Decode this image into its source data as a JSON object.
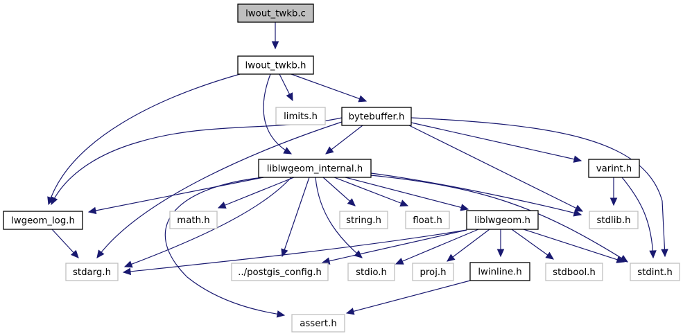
{
  "title": "lwout_twkb.c include dependency graph",
  "colors": {
    "edge": "#191970",
    "root_fill": "#bfbfbf",
    "documented_border": "#000000",
    "external_border": "#bfbfbf"
  },
  "nodes": [
    {
      "id": "lwout_twkb_c",
      "label": "lwout_twkb.c",
      "kind": "root"
    },
    {
      "id": "lwout_twkb_h",
      "label": "lwout_twkb.h",
      "kind": "documented"
    },
    {
      "id": "limits_h",
      "label": "limits.h",
      "kind": "external"
    },
    {
      "id": "bytebuffer_h",
      "label": "bytebuffer.h",
      "kind": "documented"
    },
    {
      "id": "liblwgeom_internal_h",
      "label": "liblwgeom_internal.h",
      "kind": "documented"
    },
    {
      "id": "varint_h",
      "label": "varint.h",
      "kind": "documented"
    },
    {
      "id": "lwgeom_log_h",
      "label": "lwgeom_log.h",
      "kind": "documented"
    },
    {
      "id": "math_h",
      "label": "math.h",
      "kind": "external"
    },
    {
      "id": "string_h",
      "label": "string.h",
      "kind": "external"
    },
    {
      "id": "float_h",
      "label": "float.h",
      "kind": "external"
    },
    {
      "id": "liblwgeom_h",
      "label": "liblwgeom.h",
      "kind": "documented"
    },
    {
      "id": "stdlib_h",
      "label": "stdlib.h",
      "kind": "external"
    },
    {
      "id": "stdarg_h",
      "label": "stdarg.h",
      "kind": "external"
    },
    {
      "id": "postgis_config_h",
      "label": "../postgis_config.h",
      "kind": "external"
    },
    {
      "id": "stdio_h",
      "label": "stdio.h",
      "kind": "external"
    },
    {
      "id": "proj_h",
      "label": "proj.h",
      "kind": "external"
    },
    {
      "id": "lwinline_h",
      "label": "lwinline.h",
      "kind": "documented"
    },
    {
      "id": "stdbool_h",
      "label": "stdbool.h",
      "kind": "external"
    },
    {
      "id": "stdint_h",
      "label": "stdint.h",
      "kind": "external"
    },
    {
      "id": "assert_h",
      "label": "assert.h",
      "kind": "external"
    }
  ],
  "edges": [
    {
      "from": "lwout_twkb_c",
      "to": "lwout_twkb_h"
    },
    {
      "from": "lwout_twkb_h",
      "to": "lwgeom_log_h"
    },
    {
      "from": "lwout_twkb_h",
      "to": "liblwgeom_internal_h"
    },
    {
      "from": "lwout_twkb_h",
      "to": "limits_h"
    },
    {
      "from": "lwout_twkb_h",
      "to": "bytebuffer_h"
    },
    {
      "from": "bytebuffer_h",
      "to": "lwgeom_log_h"
    },
    {
      "from": "bytebuffer_h",
      "to": "stdarg_h"
    },
    {
      "from": "bytebuffer_h",
      "to": "liblwgeom_internal_h"
    },
    {
      "from": "bytebuffer_h",
      "to": "varint_h"
    },
    {
      "from": "bytebuffer_h",
      "to": "stdlib_h"
    },
    {
      "from": "bytebuffer_h",
      "to": "stdint_h"
    },
    {
      "from": "liblwgeom_internal_h",
      "to": "lwgeom_log_h"
    },
    {
      "from": "liblwgeom_internal_h",
      "to": "assert_h"
    },
    {
      "from": "liblwgeom_internal_h",
      "to": "stdarg_h"
    },
    {
      "from": "liblwgeom_internal_h",
      "to": "math_h"
    },
    {
      "from": "liblwgeom_internal_h",
      "to": "postgis_config_h"
    },
    {
      "from": "liblwgeom_internal_h",
      "to": "stdio_h"
    },
    {
      "from": "liblwgeom_internal_h",
      "to": "string_h"
    },
    {
      "from": "liblwgeom_internal_h",
      "to": "float_h"
    },
    {
      "from": "liblwgeom_internal_h",
      "to": "liblwgeom_h"
    },
    {
      "from": "liblwgeom_internal_h",
      "to": "stdlib_h"
    },
    {
      "from": "liblwgeom_internal_h",
      "to": "stdint_h"
    },
    {
      "from": "varint_h",
      "to": "stdlib_h"
    },
    {
      "from": "varint_h",
      "to": "stdint_h"
    },
    {
      "from": "lwgeom_log_h",
      "to": "stdarg_h"
    },
    {
      "from": "liblwgeom_h",
      "to": "stdarg_h"
    },
    {
      "from": "liblwgeom_h",
      "to": "postgis_config_h"
    },
    {
      "from": "liblwgeom_h",
      "to": "stdio_h"
    },
    {
      "from": "liblwgeom_h",
      "to": "proj_h"
    },
    {
      "from": "liblwgeom_h",
      "to": "lwinline_h"
    },
    {
      "from": "liblwgeom_h",
      "to": "stdbool_h"
    },
    {
      "from": "liblwgeom_h",
      "to": "stdint_h"
    },
    {
      "from": "lwinline_h",
      "to": "assert_h"
    }
  ]
}
